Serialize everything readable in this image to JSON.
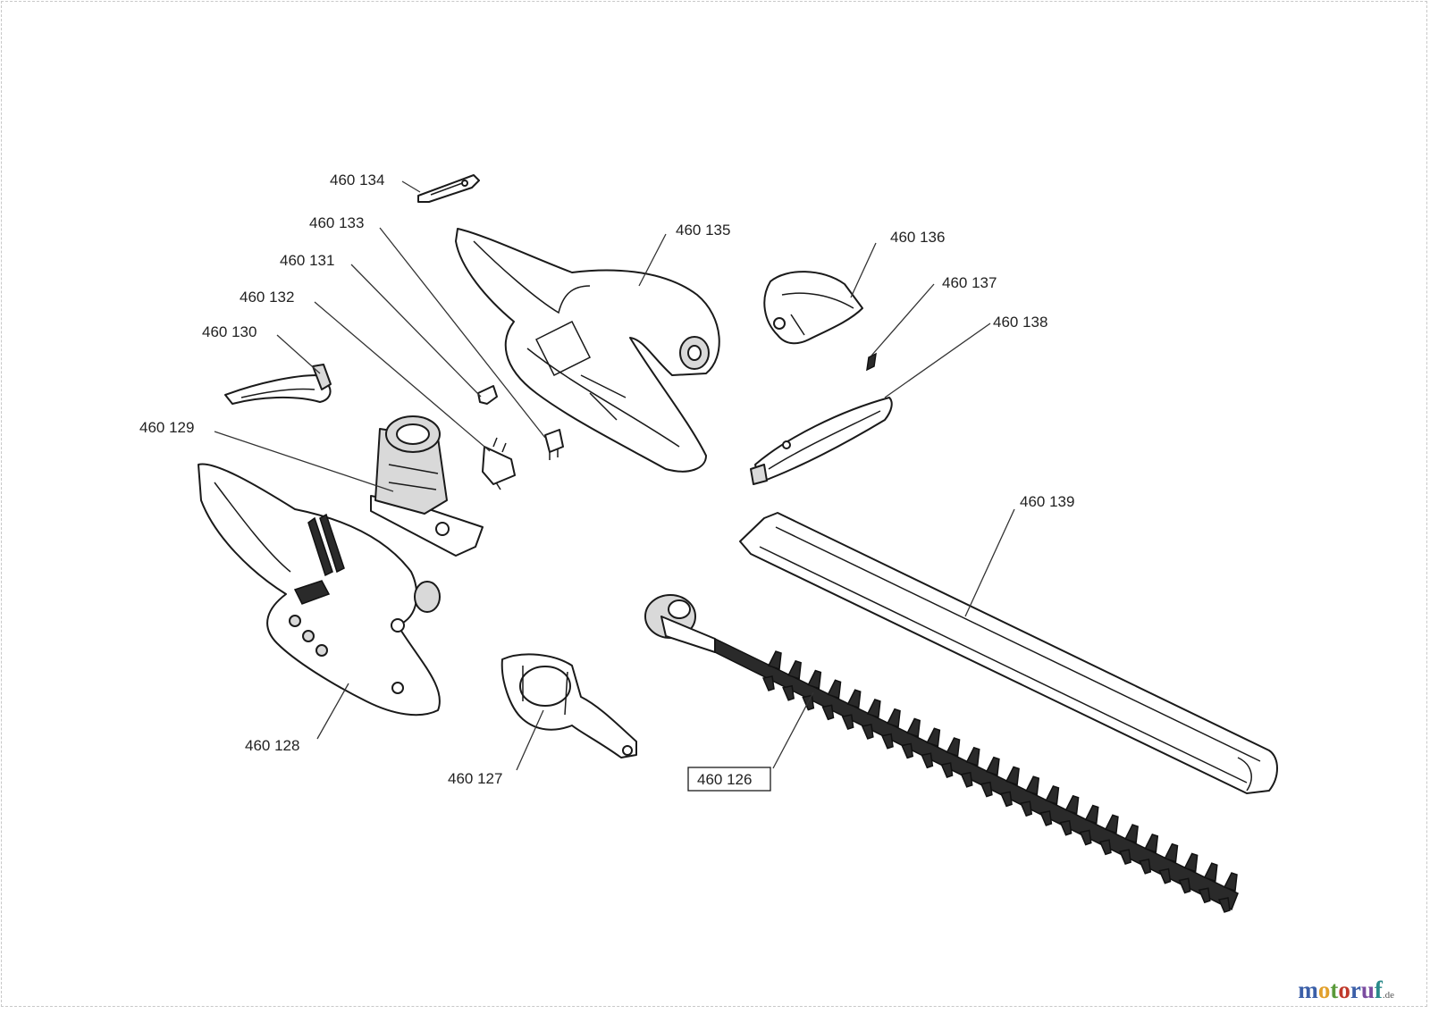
{
  "diagram": {
    "part_labels": [
      "460 134",
      "460 133",
      "460 131",
      "460 132",
      "460 130",
      "460 129",
      "460 135",
      "460 136",
      "460 137",
      "460 138",
      "460 139",
      "460 128",
      "460 127",
      "460 126"
    ],
    "highlighted_label_index": 13
  },
  "logo": {
    "letters": [
      "m",
      "o",
      "t",
      "o",
      "r",
      "u",
      "f"
    ],
    "letter_colors": [
      "#3b5fa8",
      "#e2a02b",
      "#5a9a3a",
      "#c0392b",
      "#3b5fa8",
      "#7b4ca0",
      "#2a8a8a"
    ],
    "suffix": ".de"
  },
  "colors": {
    "line": "#1a1a1a",
    "text": "#222222",
    "background": "#ffffff"
  }
}
